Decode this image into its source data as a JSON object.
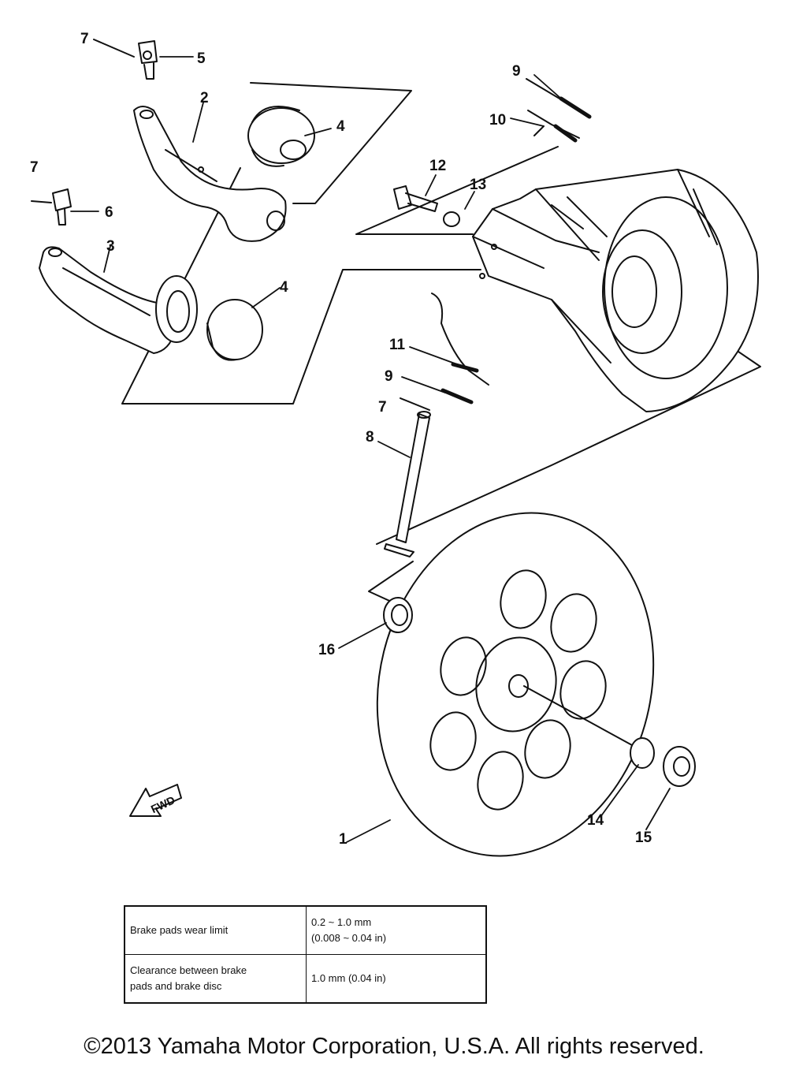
{
  "callouts": {
    "c1": "1",
    "c2": "2",
    "c3": "3",
    "c4a": "4",
    "c4b": "4",
    "c5": "5",
    "c6": "6",
    "c7a": "7",
    "c7b": "7",
    "c7c": "7",
    "c8": "8",
    "c9a": "9",
    "c9b": "9",
    "c10": "10",
    "c11": "11",
    "c12": "12",
    "c13": "13",
    "c14": "14",
    "c15": "15",
    "c16": "16"
  },
  "fwd_mark": "FWD",
  "spec_table": {
    "rows": [
      {
        "label": "Brake pads wear limit",
        "value_line1": "0.2 ~ 1.0 mm",
        "value_line2": "(0.008 ~ 0.04 in)"
      },
      {
        "label_line1": "Clearance between brake",
        "label_line2": "pads and brake disc",
        "value": "1.0 mm (0.04 in)"
      }
    ]
  },
  "copyright": "©2013 Yamaha Motor Corporation, U.S.A. All rights reserved."
}
